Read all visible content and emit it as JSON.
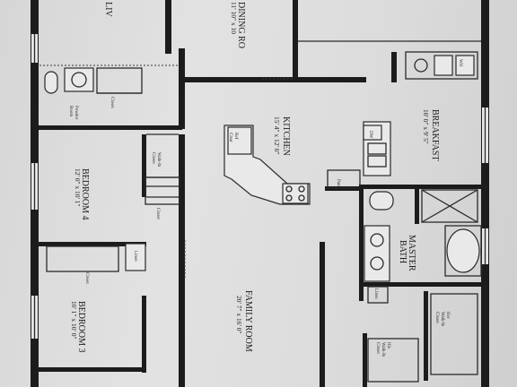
{
  "rooms": {
    "living": {
      "name": "LIV",
      "dims": ""
    },
    "dining": {
      "name": "DINING RO",
      "dims": "11' 10\" x 10"
    },
    "kitchen": {
      "name": "KITCHEN",
      "dims": "15' 4\" x 12' 0\""
    },
    "breakfast": {
      "name": "BREAKFAST",
      "dims": "10' 0\" x 9' 5\""
    },
    "bedroom4": {
      "name": "BEDROOM 4",
      "dims": "12' 0\" x 10' 1\""
    },
    "bedroom3": {
      "name": "BEDROOM 3",
      "dims": "10' 1\" x 10' 0\""
    },
    "family": {
      "name": "FAMILY ROOM",
      "dims": "20' 7\" x 16' 0\""
    },
    "master_bath": {
      "name": "MASTER",
      "name2": "BATH"
    }
  },
  "small_labels": {
    "closet_bed4": "Closet",
    "walkin_bed4": "Walk-In",
    "walkin_bed4_2": "Closet",
    "closet_bed4_2": "Closet",
    "linen": "Linen",
    "closet_bed3": "Closet",
    "powder": "Powder",
    "powder_2": "Room",
    "pantry": "Pantry",
    "ref": "Ref",
    "ref_2": "Clear",
    "dw": "DW",
    "his_walkin": "His",
    "his_walkin_2": "Walk-In",
    "his_walkin_3": "Closet",
    "her_walkin": "Her",
    "her_walkin_2": "Walk-In",
    "her_walkin_3": "Closet",
    "linen_bath": "Linen",
    "wh": "WH"
  }
}
